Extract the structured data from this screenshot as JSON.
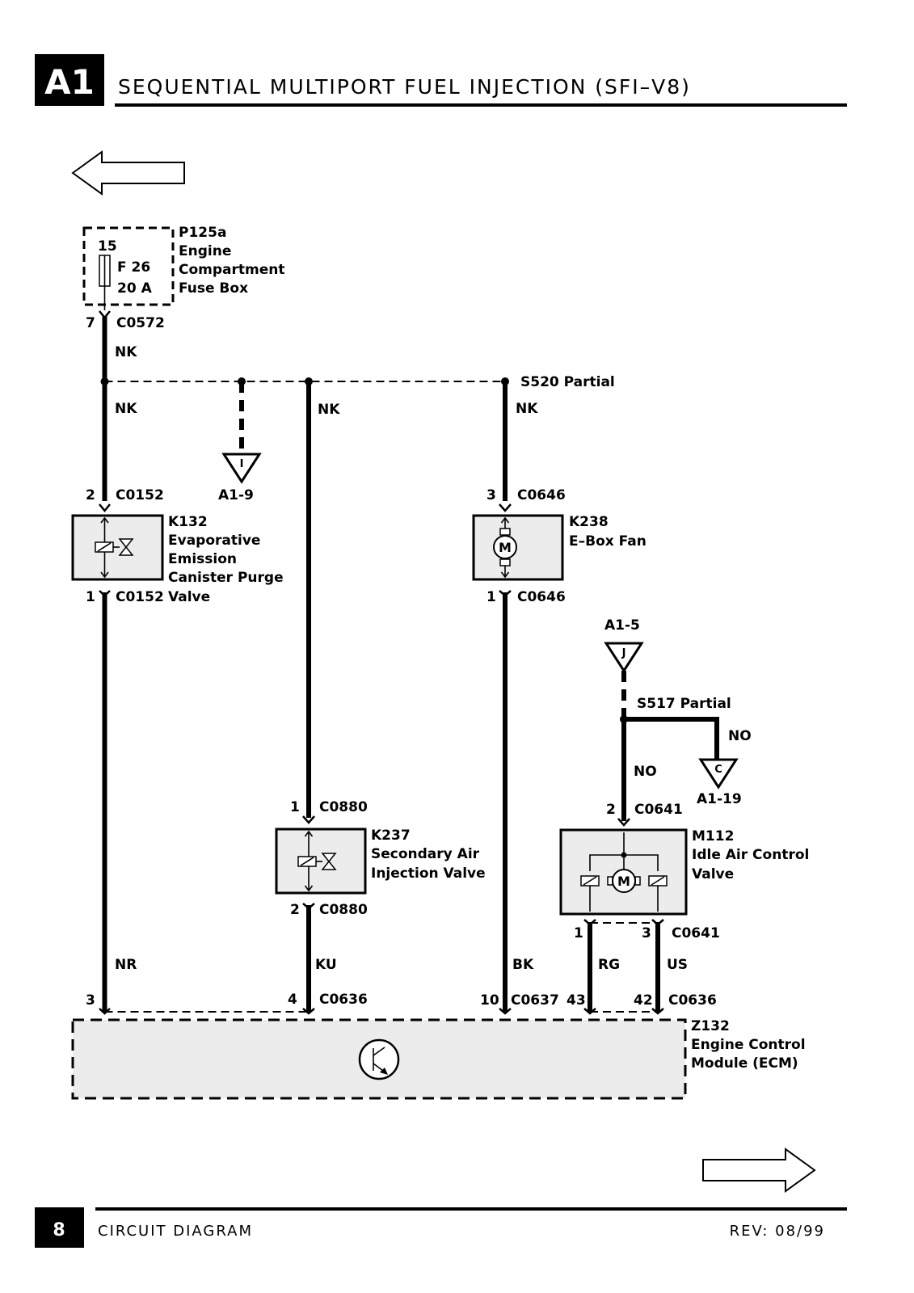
{
  "header": {
    "section_code": "A1",
    "title": "SEQUENTIAL MULTIPORT FUEL INJECTION (SFI–V8)"
  },
  "footer": {
    "page_number": "8",
    "left_text": "CIRCUIT DIAGRAM",
    "right_text": "REV: 08/99"
  },
  "fuse_box": {
    "pin_top": "15",
    "fuse": "F 26",
    "rating": "20 A",
    "id": "P125a",
    "name_lines": [
      "Engine",
      "Compartment",
      "Fuse Box"
    ]
  },
  "connectors": {
    "fuse_out": {
      "pin": "7",
      "name": "C0572"
    },
    "k132_top": {
      "pin": "2",
      "name": "C0152"
    },
    "k132_bottom": {
      "pin": "1",
      "name": "C0152"
    },
    "k238_top": {
      "pin": "3",
      "name": "C0646"
    },
    "k238_bottom": {
      "pin": "1",
      "name": "C0646"
    },
    "k237_top": {
      "pin": "1",
      "name": "C0880"
    },
    "k237_bottom": {
      "pin": "2",
      "name": "C0880"
    },
    "m112_top": {
      "pin": "2",
      "name": "C0641"
    },
    "m112_bottom_pin_a": "1",
    "m112_bottom_pin_b": "3",
    "m112_bottom_name": "C0641",
    "ecm_pin_nr": "3",
    "ecm_pin_ku": "4",
    "ecm_c0636_a": "C0636",
    "ecm_pin_bk": "10",
    "ecm_c0637": "C0637",
    "ecm_pin_rg": "43",
    "ecm_pin_us": "42",
    "ecm_c0636_b": "C0636"
  },
  "wire_colors": {
    "nk_top": "NK",
    "nk_left": "NK",
    "nk_mid": "NK",
    "nk_right": "NK",
    "nr": "NR",
    "ku": "KU",
    "bk": "BK",
    "rg": "RG",
    "us": "US",
    "no_vertical": "NO",
    "no_branch": "NO"
  },
  "splices": {
    "s520": "S520  Partial",
    "s517": "S517  Partial"
  },
  "references": {
    "a1_9": {
      "letter": "I",
      "label": "A1-9"
    },
    "a1_5": {
      "letter": "J",
      "label": "A1-5"
    },
    "a1_19": {
      "letter": "C",
      "label": "A1-19"
    }
  },
  "components": {
    "k132": {
      "id": "K132",
      "name_lines": [
        "Evaporative",
        "Emission",
        "Canister Purge",
        "Valve"
      ]
    },
    "k238": {
      "id": "K238",
      "name_lines": [
        "E–Box Fan"
      ],
      "symbol": "M"
    },
    "k237": {
      "id": "K237",
      "name_lines": [
        "Secondary Air",
        "Injection Valve"
      ]
    },
    "m112": {
      "id": "M112",
      "name_lines": [
        "Idle Air Control",
        "Valve"
      ],
      "symbol": "M"
    },
    "z132": {
      "id": "Z132",
      "name_lines": [
        "Engine Control",
        "Module (ECM)"
      ]
    }
  },
  "navigation": {
    "prev_arrow": "left-arrow-icon",
    "next_arrow": "right-arrow-icon"
  }
}
